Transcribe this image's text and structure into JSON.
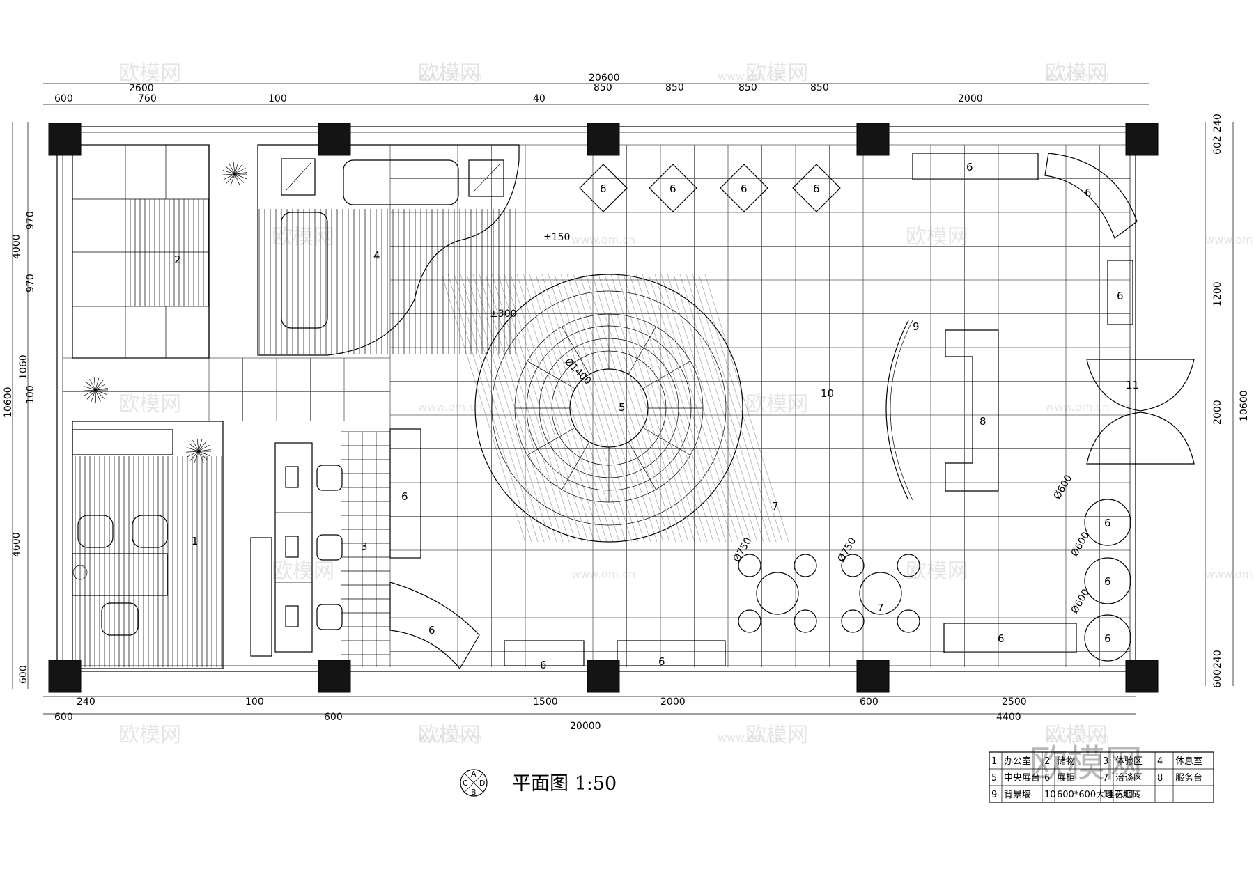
{
  "title": {
    "text": "平面图 1:50",
    "section_mark": {
      "top": "A",
      "left": "C",
      "right": "D",
      "bottom": "B"
    }
  },
  "dimensions": {
    "top_total": "20600",
    "top_segments": [
      "600",
      "2600",
      "760",
      "100",
      "40",
      "850",
      "850",
      "850",
      "850",
      "2000"
    ],
    "bottom_total": "20000",
    "bottom_segments": [
      "240",
      "600",
      "100",
      "600",
      "1500",
      "2000",
      "600",
      "2500",
      "4400"
    ],
    "left_segments": [
      "4000",
      "970",
      "970",
      "10600",
      "1060",
      "100",
      "4600",
      "600"
    ],
    "right_segments": [
      "240",
      "602",
      "1200",
      "2000",
      "10600",
      "240",
      "600"
    ],
    "level_marks": [
      "±150",
      "±300"
    ],
    "diameters": [
      "Ø1400",
      "Ø750",
      "Ø750",
      "Ø600",
      "Ø600",
      "Ø600"
    ]
  },
  "room_labels": {
    "office": "1",
    "room2": "2",
    "room3": "3",
    "room4": "4",
    "center": "5",
    "exhibit": "6",
    "seating": "7",
    "service": "8",
    "bgwall": "9",
    "floor": "10",
    "entrance": "11"
  },
  "legend": [
    [
      "1",
      "办公室",
      "2",
      "储物",
      "3",
      "体验区",
      "4",
      "休息室"
    ],
    [
      "5",
      "中央展台",
      "6",
      "展柜",
      "7",
      "洽谈区",
      "8",
      "服务台"
    ],
    [
      "9",
      "背景墙",
      "10",
      "600*600大理石地砖",
      "11",
      "入口",
      "",
      ""
    ]
  ],
  "watermarks": {
    "brand": "欧模网",
    "url": "www.om.cn"
  }
}
